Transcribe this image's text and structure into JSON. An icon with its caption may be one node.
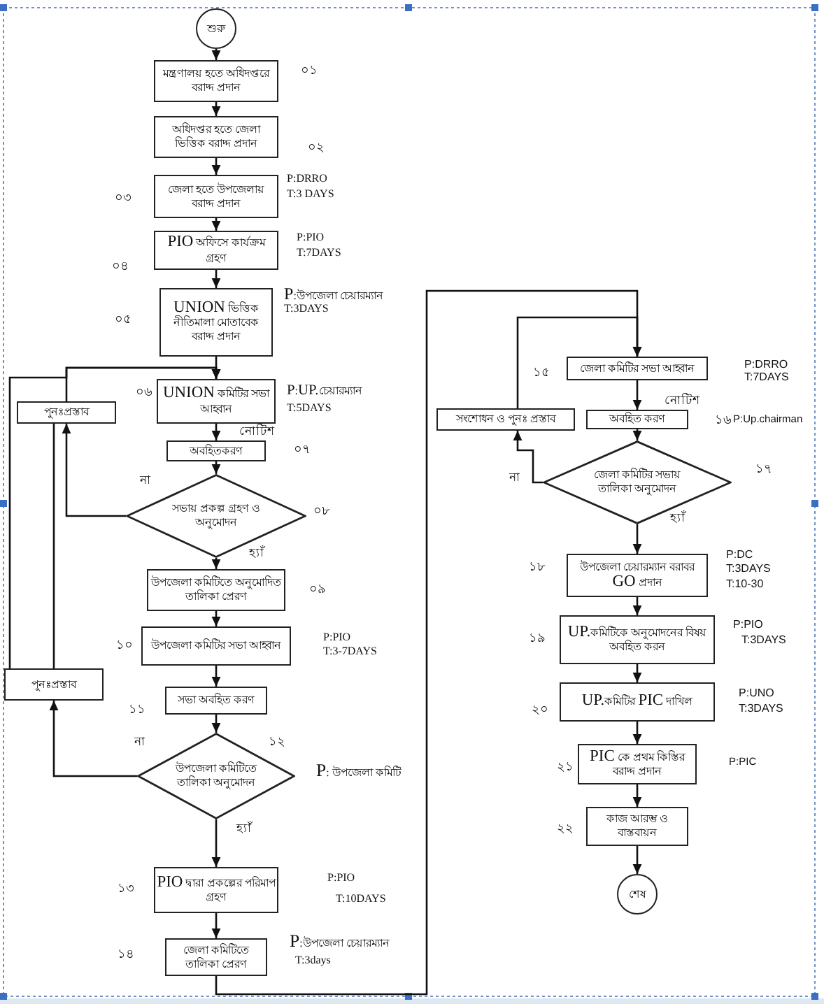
{
  "diagram": {
    "nodes": [
      {
        "text": [
          "শুরু"
        ]
      },
      {
        "text": [
          "মন্ত্রণালয় হতে অধিদপ্তরে বরাদ্দ প্রদান"
        ],
        "beside": [
          "০১"
        ]
      },
      {
        "text": [
          "অধিদপ্তর হতে জেলা ভিত্তিক বরাদ্দ প্রদান"
        ],
        "beside": [
          "০২"
        ]
      },
      {
        "text": [
          "জেলা হতে উপজেলায় বরাদ্দ প্রদান"
        ],
        "beside": [
          "০৩",
          "P:DRRO",
          "T:3 DAYS"
        ]
      },
      {
        "text": [
          "PIO অফিসে কার্যক্রম গ্রহণ"
        ],
        "beside": [
          "০৪",
          "P:PIO",
          "T:7DAYS"
        ]
      },
      {
        "text": [
          "UNION ভিত্তিক নীতিমালা মোতাবেক বরাদ্দ প্রদান"
        ],
        "beside": [
          "০৫",
          "P:উপজেলা চেয়ারম্যান",
          "T:3DAYS"
        ]
      },
      {
        "text": [
          "UNION কমিটির সভা আহ্বান"
        ],
        "beside": [
          "০৬",
          "P:UP.চেয়ারম্যান",
          "T:5DAYS"
        ]
      },
      {
        "text": [
          "পুনঃপ্রস্তাব"
        ]
      },
      {
        "text": [
          "অবহিতকরণ"
        ],
        "beside": [
          "০৭"
        ]
      },
      {
        "text": [
          "সভায় প্রকল্প গ্রহণ ও অনুমোদন"
        ],
        "beside": [
          "০৮"
        ]
      },
      {
        "text": [
          "উপজেলা কমিটিতে অনুমোদিত তালিকা প্রেরণ"
        ],
        "beside": [
          "০৯"
        ]
      },
      {
        "text": [
          "উপজেলা কমিটির সভা আহ্বান"
        ],
        "beside": [
          "১০",
          "P:PIO",
          "T:3-7DAYS"
        ]
      },
      {
        "text": [
          "পুনঃপ্রস্তাব"
        ]
      },
      {
        "text": [
          "সভা অবহিত করণ"
        ],
        "beside": [
          "১১"
        ]
      },
      {
        "text": [
          "উপজেলা কমিটিতে তালিকা অনুমোদন"
        ],
        "beside": [
          "১২",
          "P: উপজেলা কমিটি"
        ]
      },
      {
        "text": [
          "PIO দ্বারা প্রকল্পের পরিমাপ গ্রহণ"
        ],
        "beside": [
          "১৩",
          "P:PIO",
          "T:10DAYS"
        ]
      },
      {
        "text": [
          "জেলা কমিটিতে তালিকা প্রেরণ"
        ],
        "beside": [
          "১৪",
          "P:উপজেলা চেয়ারম্যান",
          "T:3days"
        ]
      },
      {
        "text": [
          "জেলা কমিটির সভা আহ্বান"
        ],
        "beside": [
          "১৫",
          "P:DRRO",
          "T:7DAYS"
        ]
      },
      {
        "text": [
          "সংশোধন ও পুনঃ প্রস্তাব"
        ]
      },
      {
        "text": [
          "অবহিত করণ"
        ],
        "beside": [
          "১৬",
          "P:Up.chairman"
        ]
      },
      {
        "text": [
          "জেলা কমিটির সভায় তালিকা অনুমোদন"
        ],
        "beside": [
          "১৭"
        ]
      },
      {
        "text": [
          "উপজেলা চেয়ারম্যান বরাবর GO প্রদান"
        ],
        "beside": [
          "১৮",
          "P:DC",
          "T:3DAYS",
          "T:10-30"
        ]
      },
      {
        "text": [
          "UP.কমিটিকে অনুমোদনের বিষয় অবহিত করন"
        ],
        "beside": [
          "১৯",
          "P:PIO",
          "T:3DAYS"
        ]
      },
      {
        "text": [
          "UP.কমিটির PIC দাখিল"
        ],
        "beside": [
          "২০",
          "P:UNO",
          "T:3DAYS"
        ]
      },
      {
        "text": [
          "PIC কে প্রথম কিস্তির বরাদ্দ প্রদান"
        ],
        "beside": [
          "২১",
          "P:PIC"
        ]
      },
      {
        "text": [
          "কাজ আরম্ভ ও বাস্তবায়ন"
        ],
        "beside": [
          "২২"
        ]
      },
      {
        "text": [
          "শেষ"
        ]
      }
    ],
    "edges": [
      {
        "from": 0,
        "to": 1,
        "arrow": "to"
      },
      {
        "from": 1,
        "to": 2,
        "arrow": "to"
      },
      {
        "from": 2,
        "to": 3,
        "arrow": "to"
      },
      {
        "from": 3,
        "to": 4,
        "arrow": "to"
      },
      {
        "from": 4,
        "to": 5,
        "arrow": "to"
      },
      {
        "from": 5,
        "to": 6,
        "arrow": "to"
      },
      {
        "from": 6,
        "to": 8,
        "arrow": "to",
        "label": "নোটিশ"
      },
      {
        "from": 8,
        "to": 9,
        "arrow": "to"
      },
      {
        "from": 9,
        "to": 7,
        "arrow": "to",
        "label": "না"
      },
      {
        "from": 7,
        "to": 6,
        "arrow": "to"
      },
      {
        "from": 9,
        "to": 10,
        "arrow": "to",
        "label": "হ্যাঁ"
      },
      {
        "from": 10,
        "to": 11,
        "arrow": "to"
      },
      {
        "from": 11,
        "to": 13,
        "arrow": "to"
      },
      {
        "from": 13,
        "to": 14,
        "arrow": "to"
      },
      {
        "from": 14,
        "to": 12,
        "arrow": "to",
        "label": "না"
      },
      {
        "from": 12,
        "to": 6,
        "arrow": "to"
      },
      {
        "from": 12,
        "to": 7,
        "arrow": "none"
      },
      {
        "from": 14,
        "to": 15,
        "arrow": "to",
        "label": "হ্যাঁ"
      },
      {
        "from": 15,
        "to": 16,
        "arrow": "to"
      },
      {
        "from": 16,
        "to": 17,
        "arrow": "to"
      },
      {
        "from": 17,
        "to": 19,
        "arrow": "to",
        "label": "নোটিশ"
      },
      {
        "from": 19,
        "to": 20,
        "arrow": "to"
      },
      {
        "from": 20,
        "to": 18,
        "arrow": "to",
        "label": "না"
      },
      {
        "from": 18,
        "to": 17,
        "arrow": "to"
      },
      {
        "from": 20,
        "to": 21,
        "arrow": "to",
        "label": "হ্যাঁ"
      },
      {
        "from": 21,
        "to": 22,
        "arrow": "to"
      },
      {
        "from": 22,
        "to": 23,
        "arrow": "to"
      },
      {
        "from": 23,
        "to": 24,
        "arrow": "to"
      },
      {
        "from": 24,
        "to": 25,
        "arrow": "to"
      },
      {
        "from": 25,
        "to": 26,
        "arrow": "to"
      }
    ]
  }
}
